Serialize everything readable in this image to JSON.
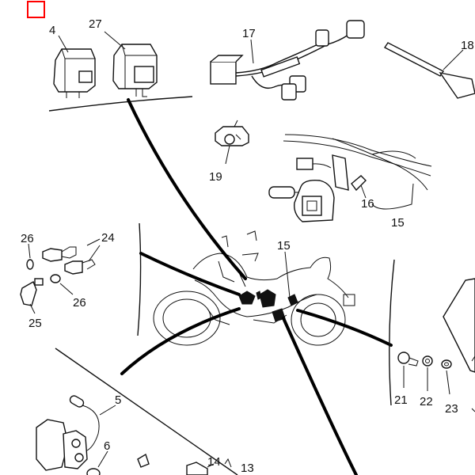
{
  "callouts": {
    "c4": "4",
    "c27": "27",
    "c17": "17",
    "c18": "18",
    "c19": "19",
    "c16": "16",
    "c15a": "15",
    "c15b": "15",
    "c26a": "26",
    "c24": "24",
    "c26b": "26",
    "c25": "25",
    "c5": "5",
    "c6": "6",
    "c14": "14",
    "c13": "13",
    "c21": "21",
    "c22": "22",
    "c23": "23"
  },
  "colors": {
    "line": "#111111",
    "marker": "#ff0000",
    "background": "#ffffff"
  }
}
